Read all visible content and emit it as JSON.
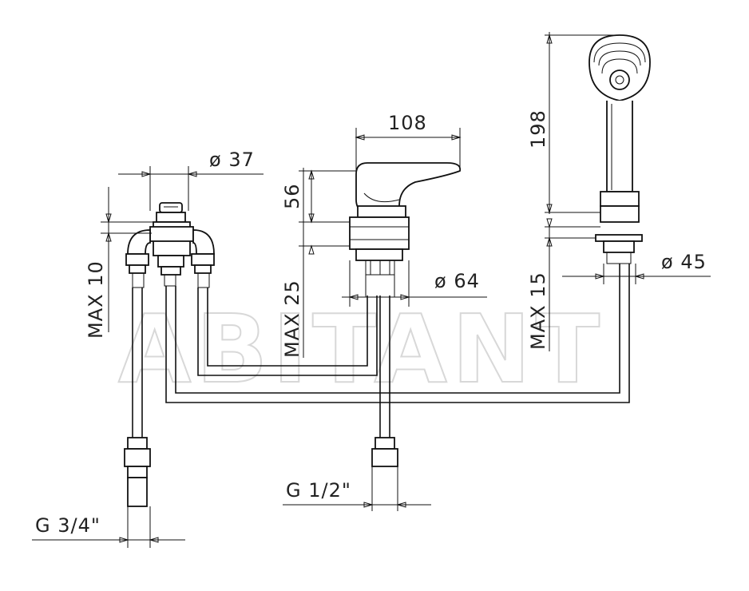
{
  "watermark": "ABITANT",
  "dimensions": {
    "d37": "ø 37",
    "max10": "MAX 10",
    "h56": "56",
    "max25": "MAX 25",
    "w108": "108",
    "d64": "ø 64",
    "h198": "198",
    "max15": "MAX 15",
    "d45": "ø 45",
    "g34": "G 3/4\"",
    "g12": "G 1/2\""
  }
}
